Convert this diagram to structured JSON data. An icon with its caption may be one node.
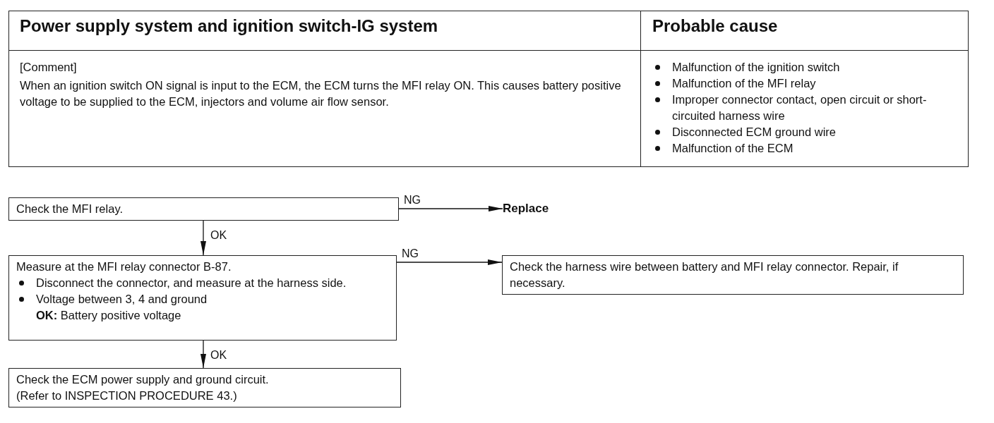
{
  "diagram": {
    "nodes": [
      {
        "text": [
          "Check the MFI relay."
        ]
      },
      {
        "text": [
          "Replace"
        ]
      },
      {
        "text": [
          "Measure at the MFI relay connector B-87.",
          "Disconnect the connector, and measure at the harness side.",
          "Voltage between 3, 4 and ground",
          "**OK:** Battery positive voltage"
        ]
      },
      {
        "text": [
          "Check the harness wire between battery and MFI relay connector. Repair, if necessary."
        ]
      },
      {
        "text": [
          "Check the ECM power supply and ground circuit.",
          "(Refer to INSPECTION PROCEDURE 43.)"
        ]
      }
    ],
    "edges": [
      {
        "from": 0,
        "to": 1,
        "arrow": "to",
        "label": "NG"
      },
      {
        "from": 0,
        "to": 2,
        "arrow": "to",
        "label": "OK"
      },
      {
        "from": 2,
        "to": 3,
        "arrow": "to",
        "label": "NG"
      },
      {
        "from": 2,
        "to": 4,
        "arrow": "to",
        "label": "OK"
      }
    ],
    "labels": [
      "Power supply system and ignition switch-IG system",
      "Probable cause",
      "[Comment]",
      "When an ignition switch ON signal is input to the ECM, the ECM turns the MFI relay ON. This causes battery positive voltage to be supplied to the ECM, injectors and volume air flow sensor.",
      "Malfunction of the ignition switch",
      "Malfunction of the MFI relay",
      "Improper connector contact, open circuit or short-circuited harness wire",
      "Disconnected ECM ground wire",
      "Malfunction of the ECM"
    ]
  }
}
